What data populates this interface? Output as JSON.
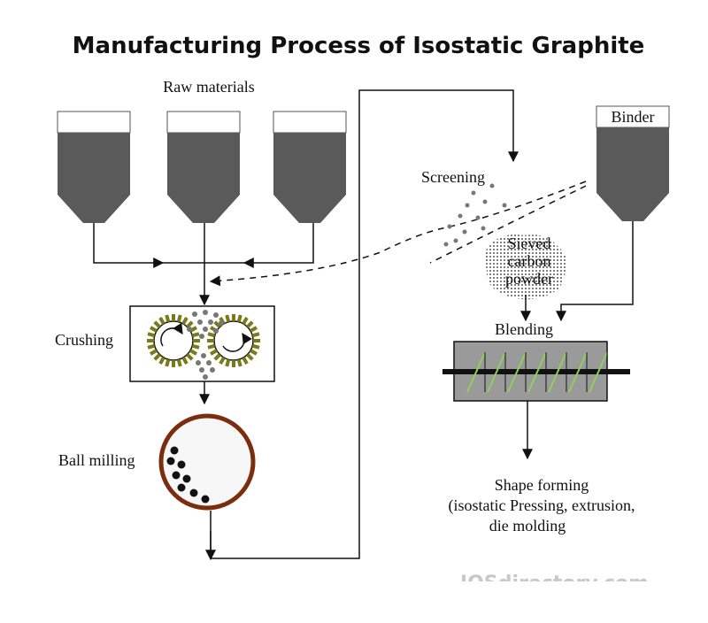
{
  "title": "Manufacturing Process of Isostatic Graphite",
  "labels": {
    "raw_materials": "Raw materials",
    "binder": "Binder",
    "screening": "Screening",
    "sieved_line1": "Sieved",
    "sieved_line2": "carbon",
    "sieved_line3": "powder",
    "crushing": "Crushing",
    "blending": "Blending",
    "ball_milling": "Ball milling",
    "shape_line1": "Shape forming",
    "shape_line2": "(isostatic Pressing, extrusion,",
    "shape_line3": "die molding"
  },
  "watermark": "IQSdirectory.com",
  "colors": {
    "hopper": "#5a5a5a",
    "mill_ring": "#7a2e0e",
    "roller_teeth": "#7a7a1a",
    "blender_body": "#9a9a9a",
    "screw_blade": "#8fd15a"
  }
}
